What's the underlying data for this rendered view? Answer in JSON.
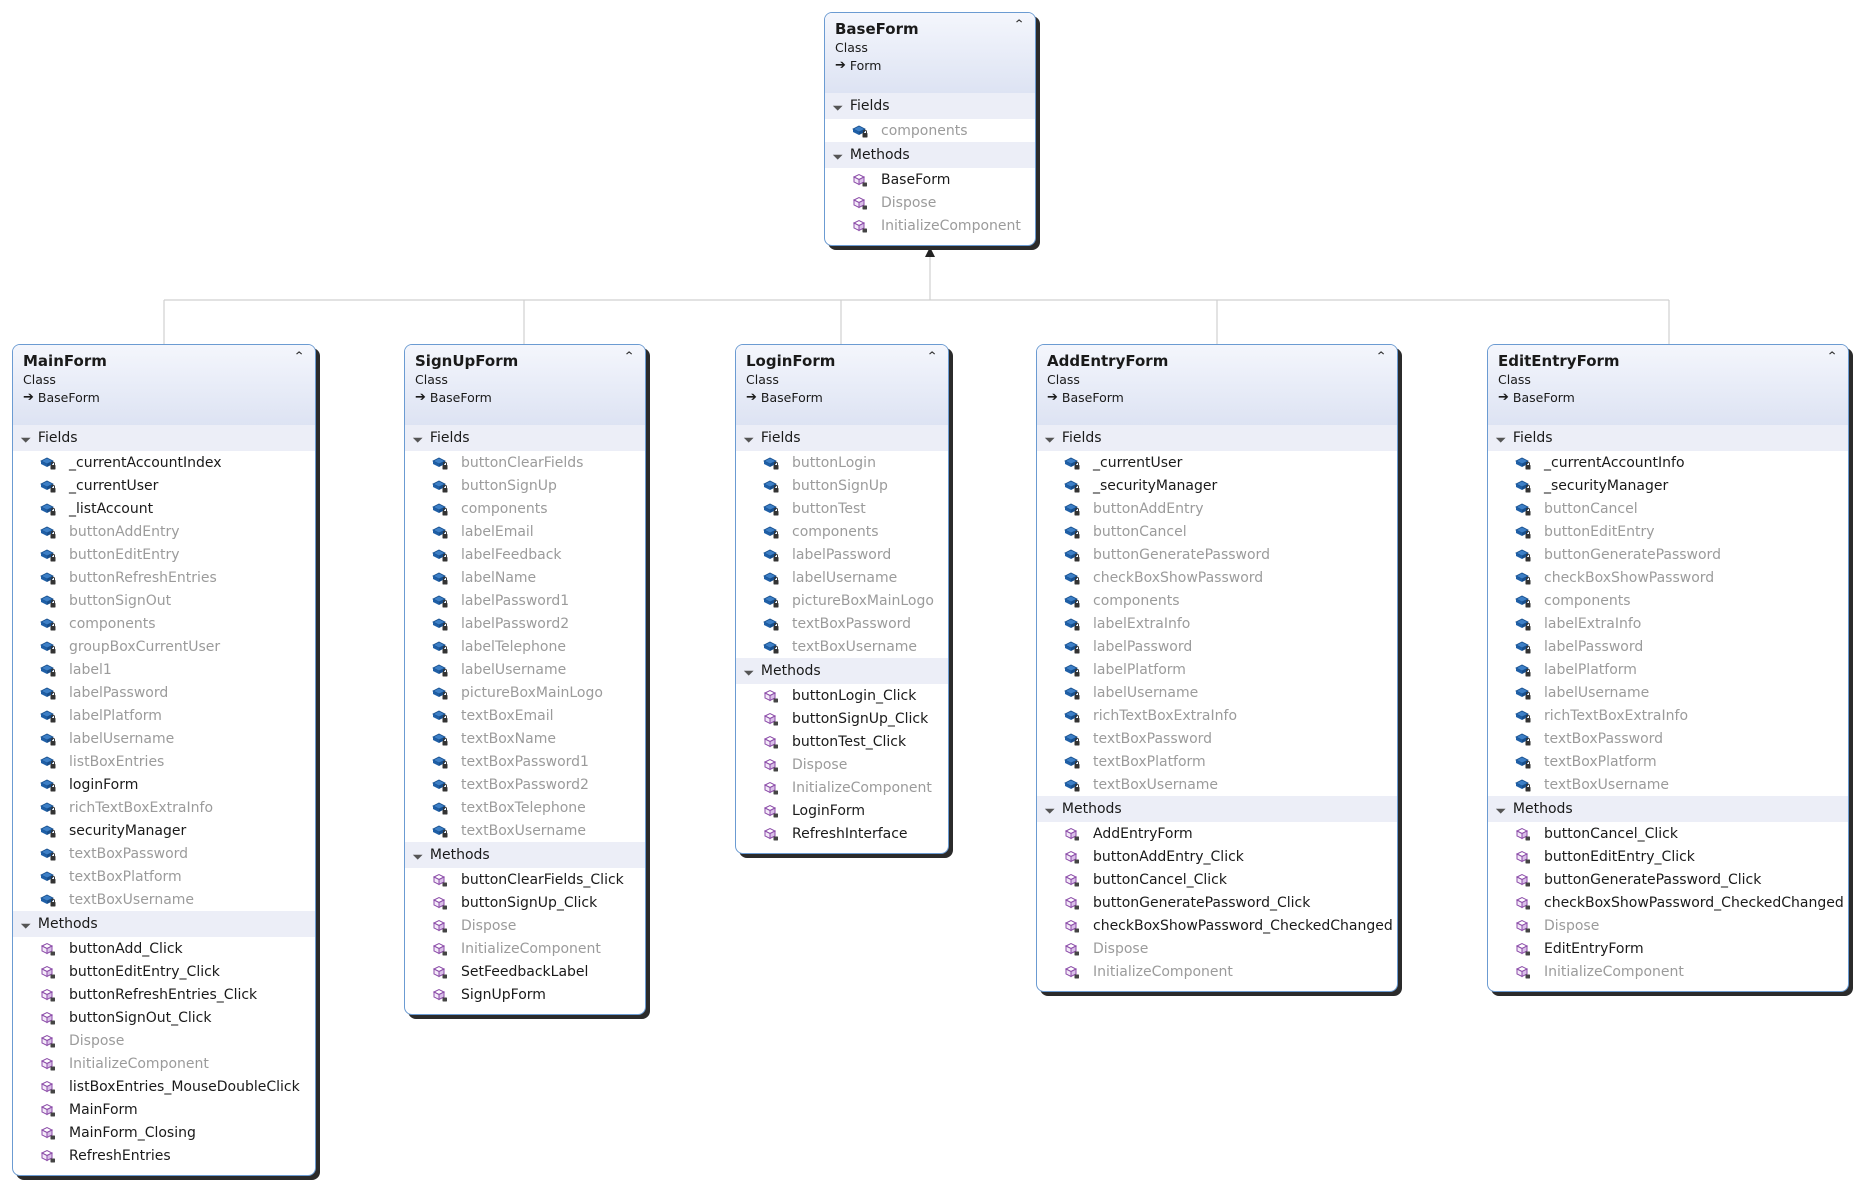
{
  "base_class": {
    "name": "BaseForm",
    "kind": "Class",
    "base": "Form",
    "sections": [
      {
        "title": "Fields",
        "items": [
          {
            "label": "components",
            "icon": "field-icon",
            "dim": true
          }
        ]
      },
      {
        "title": "Methods",
        "items": [
          {
            "label": "BaseForm",
            "icon": "method-icon",
            "dim": false
          },
          {
            "label": "Dispose",
            "icon": "method-icon",
            "dim": true
          },
          {
            "label": "InitializeComponent",
            "icon": "method-icon",
            "dim": true
          }
        ]
      }
    ]
  },
  "classes": [
    {
      "name": "MainForm",
      "kind": "Class",
      "base": "BaseForm",
      "sections": [
        {
          "title": "Fields",
          "items": [
            {
              "label": "_currentAccountIndex",
              "icon": "field-icon",
              "dim": false
            },
            {
              "label": "_currentUser",
              "icon": "field-icon",
              "dim": false
            },
            {
              "label": "_listAccount",
              "icon": "field-icon",
              "dim": false
            },
            {
              "label": "buttonAddEntry",
              "icon": "field-icon",
              "dim": true
            },
            {
              "label": "buttonEditEntry",
              "icon": "field-icon",
              "dim": true
            },
            {
              "label": "buttonRefreshEntries",
              "icon": "field-icon",
              "dim": true
            },
            {
              "label": "buttonSignOut",
              "icon": "field-icon",
              "dim": true
            },
            {
              "label": "components",
              "icon": "field-icon",
              "dim": true
            },
            {
              "label": "groupBoxCurrentUser",
              "icon": "field-icon",
              "dim": true
            },
            {
              "label": "label1",
              "icon": "field-icon",
              "dim": true
            },
            {
              "label": "labelPassword",
              "icon": "field-icon",
              "dim": true
            },
            {
              "label": "labelPlatform",
              "icon": "field-icon",
              "dim": true
            },
            {
              "label": "labelUsername",
              "icon": "field-icon",
              "dim": true
            },
            {
              "label": "listBoxEntries",
              "icon": "field-icon",
              "dim": true
            },
            {
              "label": "loginForm",
              "icon": "field-icon",
              "dim": false
            },
            {
              "label": "richTextBoxExtraInfo",
              "icon": "field-icon",
              "dim": true
            },
            {
              "label": "securityManager",
              "icon": "field-icon",
              "dim": false
            },
            {
              "label": "textBoxPassword",
              "icon": "field-icon",
              "dim": true
            },
            {
              "label": "textBoxPlatform",
              "icon": "field-icon",
              "dim": true
            },
            {
              "label": "textBoxUsername",
              "icon": "field-icon",
              "dim": true
            }
          ]
        },
        {
          "title": "Methods",
          "items": [
            {
              "label": "buttonAdd_Click",
              "icon": "method-icon",
              "dim": false
            },
            {
              "label": "buttonEditEntry_Click",
              "icon": "method-icon",
              "dim": false
            },
            {
              "label": "buttonRefreshEntries_Click",
              "icon": "method-icon",
              "dim": false
            },
            {
              "label": "buttonSignOut_Click",
              "icon": "method-icon",
              "dim": false
            },
            {
              "label": "Dispose",
              "icon": "method-icon",
              "dim": true
            },
            {
              "label": "InitializeComponent",
              "icon": "method-icon",
              "dim": true
            },
            {
              "label": "listBoxEntries_MouseDoubleClick",
              "icon": "method-icon",
              "dim": false
            },
            {
              "label": "MainForm",
              "icon": "method-icon",
              "dim": false
            },
            {
              "label": "MainForm_Closing",
              "icon": "method-icon",
              "dim": false
            },
            {
              "label": "RefreshEntries",
              "icon": "method-icon",
              "dim": false
            }
          ]
        }
      ]
    },
    {
      "name": "SignUpForm",
      "kind": "Class",
      "base": "BaseForm",
      "sections": [
        {
          "title": "Fields",
          "items": [
            {
              "label": "buttonClearFields",
              "icon": "field-icon",
              "dim": true
            },
            {
              "label": "buttonSignUp",
              "icon": "field-icon",
              "dim": true
            },
            {
              "label": "components",
              "icon": "field-icon",
              "dim": true
            },
            {
              "label": "labelEmail",
              "icon": "field-icon",
              "dim": true
            },
            {
              "label": "labelFeedback",
              "icon": "field-icon",
              "dim": true
            },
            {
              "label": "labelName",
              "icon": "field-icon",
              "dim": true
            },
            {
              "label": "labelPassword1",
              "icon": "field-icon",
              "dim": true
            },
            {
              "label": "labelPassword2",
              "icon": "field-icon",
              "dim": true
            },
            {
              "label": "labelTelephone",
              "icon": "field-icon",
              "dim": true
            },
            {
              "label": "labelUsername",
              "icon": "field-icon",
              "dim": true
            },
            {
              "label": "pictureBoxMainLogo",
              "icon": "field-icon",
              "dim": true
            },
            {
              "label": "textBoxEmail",
              "icon": "field-icon",
              "dim": true
            },
            {
              "label": "textBoxName",
              "icon": "field-icon",
              "dim": true
            },
            {
              "label": "textBoxPassword1",
              "icon": "field-icon",
              "dim": true
            },
            {
              "label": "textBoxPassword2",
              "icon": "field-icon",
              "dim": true
            },
            {
              "label": "textBoxTelephone",
              "icon": "field-icon",
              "dim": true
            },
            {
              "label": "textBoxUsername",
              "icon": "field-icon",
              "dim": true
            }
          ]
        },
        {
          "title": "Methods",
          "items": [
            {
              "label": "buttonClearFields_Click",
              "icon": "method-icon",
              "dim": false
            },
            {
              "label": "buttonSignUp_Click",
              "icon": "method-icon",
              "dim": false
            },
            {
              "label": "Dispose",
              "icon": "method-icon",
              "dim": true
            },
            {
              "label": "InitializeComponent",
              "icon": "method-icon",
              "dim": true
            },
            {
              "label": "SetFeedbackLabel",
              "icon": "method-icon",
              "dim": false
            },
            {
              "label": "SignUpForm",
              "icon": "method-icon",
              "dim": false
            }
          ]
        }
      ]
    },
    {
      "name": "LoginForm",
      "kind": "Class",
      "base": "BaseForm",
      "sections": [
        {
          "title": "Fields",
          "items": [
            {
              "label": "buttonLogin",
              "icon": "field-icon",
              "dim": true
            },
            {
              "label": "buttonSignUp",
              "icon": "field-icon",
              "dim": true
            },
            {
              "label": "buttonTest",
              "icon": "field-icon",
              "dim": true
            },
            {
              "label": "components",
              "icon": "field-icon",
              "dim": true
            },
            {
              "label": "labelPassword",
              "icon": "field-icon",
              "dim": true
            },
            {
              "label": "labelUsername",
              "icon": "field-icon",
              "dim": true
            },
            {
              "label": "pictureBoxMainLogo",
              "icon": "field-icon",
              "dim": true
            },
            {
              "label": "textBoxPassword",
              "icon": "field-icon",
              "dim": true
            },
            {
              "label": "textBoxUsername",
              "icon": "field-icon",
              "dim": true
            }
          ]
        },
        {
          "title": "Methods",
          "items": [
            {
              "label": "buttonLogin_Click",
              "icon": "method-icon",
              "dim": false
            },
            {
              "label": "buttonSignUp_Click",
              "icon": "method-icon",
              "dim": false
            },
            {
              "label": "buttonTest_Click",
              "icon": "method-icon",
              "dim": false
            },
            {
              "label": "Dispose",
              "icon": "method-icon",
              "dim": true
            },
            {
              "label": "InitializeComponent",
              "icon": "method-icon",
              "dim": true
            },
            {
              "label": "LoginForm",
              "icon": "method-icon",
              "dim": false
            },
            {
              "label": "RefreshInterface",
              "icon": "method-icon",
              "dim": false
            }
          ]
        }
      ]
    },
    {
      "name": "AddEntryForm",
      "kind": "Class",
      "base": "BaseForm",
      "sections": [
        {
          "title": "Fields",
          "items": [
            {
              "label": "_currentUser",
              "icon": "field-icon",
              "dim": false
            },
            {
              "label": "_securityManager",
              "icon": "field-icon",
              "dim": false
            },
            {
              "label": "buttonAddEntry",
              "icon": "field-icon",
              "dim": true
            },
            {
              "label": "buttonCancel",
              "icon": "field-icon",
              "dim": true
            },
            {
              "label": "buttonGeneratePassword",
              "icon": "field-icon",
              "dim": true
            },
            {
              "label": "checkBoxShowPassword",
              "icon": "field-icon",
              "dim": true
            },
            {
              "label": "components",
              "icon": "field-icon",
              "dim": true
            },
            {
              "label": "labelExtraInfo",
              "icon": "field-icon",
              "dim": true
            },
            {
              "label": "labelPassword",
              "icon": "field-icon",
              "dim": true
            },
            {
              "label": "labelPlatform",
              "icon": "field-icon",
              "dim": true
            },
            {
              "label": "labelUsername",
              "icon": "field-icon",
              "dim": true
            },
            {
              "label": "richTextBoxExtraInfo",
              "icon": "field-icon",
              "dim": true
            },
            {
              "label": "textBoxPassword",
              "icon": "field-icon",
              "dim": true
            },
            {
              "label": "textBoxPlatform",
              "icon": "field-icon",
              "dim": true
            },
            {
              "label": "textBoxUsername",
              "icon": "field-icon",
              "dim": true
            }
          ]
        },
        {
          "title": "Methods",
          "items": [
            {
              "label": "AddEntryForm",
              "icon": "method-icon",
              "dim": false
            },
            {
              "label": "buttonAddEntry_Click",
              "icon": "method-icon",
              "dim": false
            },
            {
              "label": "buttonCancel_Click",
              "icon": "method-icon",
              "dim": false
            },
            {
              "label": "buttonGeneratePassword_Click",
              "icon": "method-icon",
              "dim": false
            },
            {
              "label": "checkBoxShowPassword_CheckedChanged",
              "icon": "method-icon",
              "dim": false
            },
            {
              "label": "Dispose",
              "icon": "method-icon",
              "dim": true
            },
            {
              "label": "InitializeComponent",
              "icon": "method-icon",
              "dim": true
            }
          ]
        }
      ]
    },
    {
      "name": "EditEntryForm",
      "kind": "Class",
      "base": "BaseForm",
      "sections": [
        {
          "title": "Fields",
          "items": [
            {
              "label": "_currentAccountInfo",
              "icon": "field-icon",
              "dim": false
            },
            {
              "label": "_securityManager",
              "icon": "field-icon",
              "dim": false
            },
            {
              "label": "buttonCancel",
              "icon": "field-icon",
              "dim": true
            },
            {
              "label": "buttonEditEntry",
              "icon": "field-icon",
              "dim": true
            },
            {
              "label": "buttonGeneratePassword",
              "icon": "field-icon",
              "dim": true
            },
            {
              "label": "checkBoxShowPassword",
              "icon": "field-icon",
              "dim": true
            },
            {
              "label": "components",
              "icon": "field-icon",
              "dim": true
            },
            {
              "label": "labelExtraInfo",
              "icon": "field-icon",
              "dim": true
            },
            {
              "label": "labelPassword",
              "icon": "field-icon",
              "dim": true
            },
            {
              "label": "labelPlatform",
              "icon": "field-icon",
              "dim": true
            },
            {
              "label": "labelUsername",
              "icon": "field-icon",
              "dim": true
            },
            {
              "label": "richTextBoxExtraInfo",
              "icon": "field-icon",
              "dim": true
            },
            {
              "label": "textBoxPassword",
              "icon": "field-icon",
              "dim": true
            },
            {
              "label": "textBoxPlatform",
              "icon": "field-icon",
              "dim": true
            },
            {
              "label": "textBoxUsername",
              "icon": "field-icon",
              "dim": true
            }
          ]
        },
        {
          "title": "Methods",
          "items": [
            {
              "label": "buttonCancel_Click",
              "icon": "method-icon",
              "dim": false
            },
            {
              "label": "buttonEditEntry_Click",
              "icon": "method-icon",
              "dim": false
            },
            {
              "label": "buttonGeneratePassword_Click",
              "icon": "method-icon",
              "dim": false
            },
            {
              "label": "checkBoxShowPassword_CheckedChanged",
              "icon": "method-icon",
              "dim": false
            },
            {
              "label": "Dispose",
              "icon": "method-icon",
              "dim": true
            },
            {
              "label": "EditEntryForm",
              "icon": "method-icon",
              "dim": false
            },
            {
              "label": "InitializeComponent",
              "icon": "method-icon",
              "dim": true
            }
          ]
        }
      ]
    }
  ],
  "colors": {
    "border": "#6b9bd2",
    "header_top": "#f4f6fc",
    "header_bottom": "#dde3f3",
    "section_bg": "#eceef7",
    "connector": "#d0d0d0",
    "field_icon": "#1f5fa6",
    "method_icon": "#8b4ba8",
    "private_text": "#9b9b9b"
  }
}
